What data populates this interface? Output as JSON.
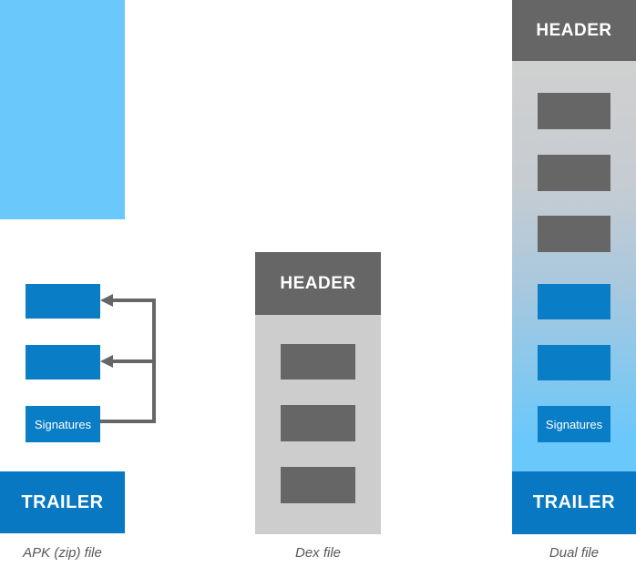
{
  "palette": {
    "lightBlue": "#6bc8fa",
    "blockBlue": "#0a7dc7",
    "trailerBlue": "#0878c2",
    "darkGray": "#666666",
    "lightGray": "#cdcdcd",
    "gradMid": "#a9c8de",
    "arrowGray": "#666666",
    "captionGray": "#58595b",
    "textWhite": "#ffffff"
  },
  "columns": {
    "apk": {
      "caption": "APK (zip) file",
      "signatures_label": "Signatures",
      "trailer_label": "TRAILER",
      "unlabeled_blocks": 2
    },
    "dex": {
      "caption": "Dex file",
      "header_label": "HEADER",
      "unlabeled_blocks": 3
    },
    "dual": {
      "caption": "Dual file",
      "header_label": "HEADER",
      "signatures_label": "Signatures",
      "trailer_label": "TRAILER",
      "unlabeled_gray_blocks": 3,
      "unlabeled_blue_blocks": 2
    }
  },
  "arrows": {
    "count": 2,
    "from": "Signatures",
    "to": [
      "apk-block-1",
      "apk-block-2"
    ]
  }
}
